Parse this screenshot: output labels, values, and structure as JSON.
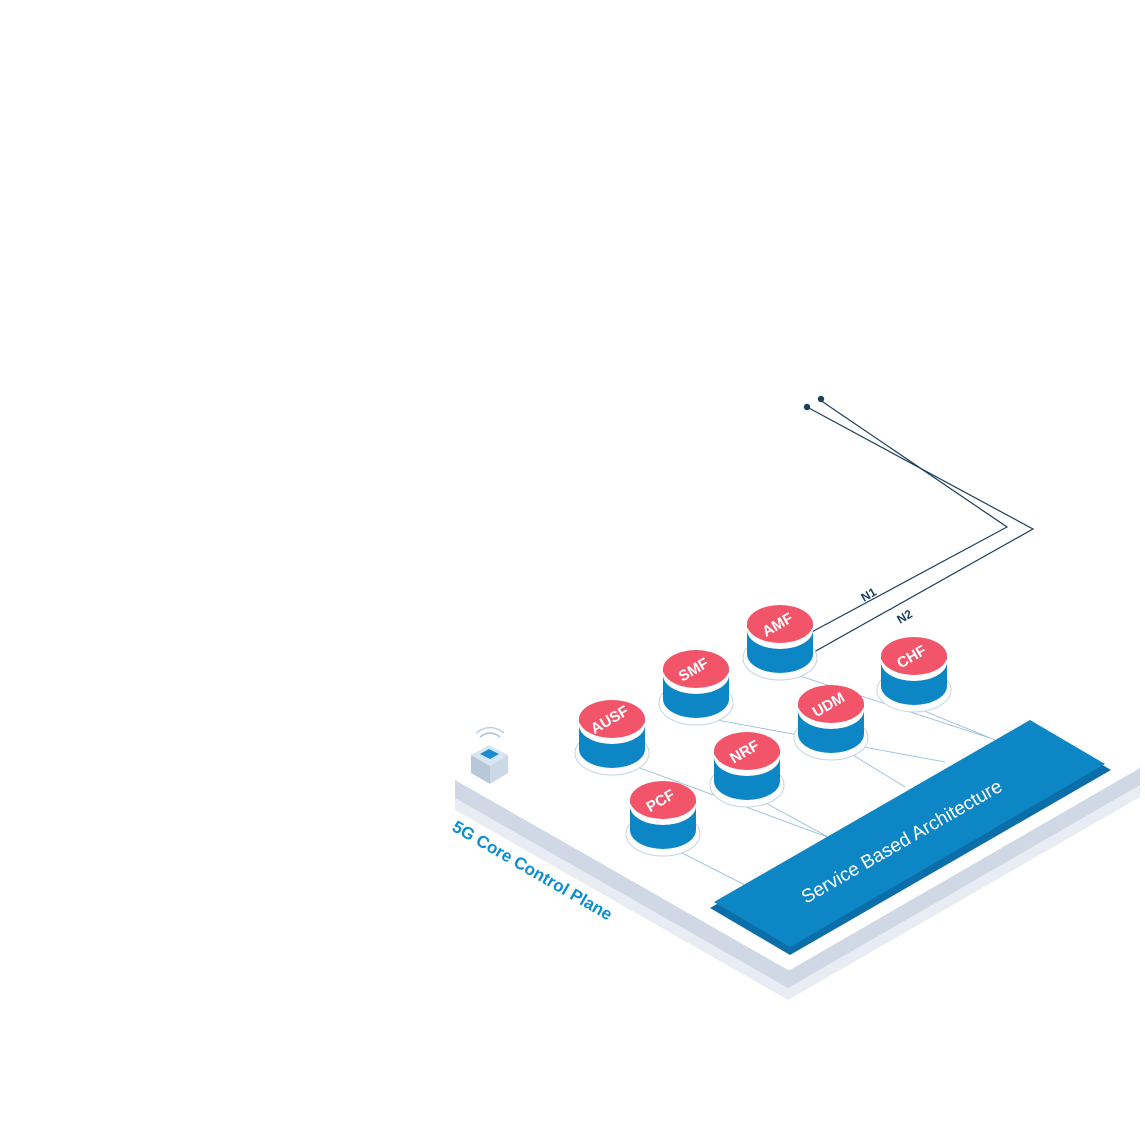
{
  "plane": {
    "label": "5G Core Control Plane"
  },
  "bus": {
    "label": "Service Based Architecture"
  },
  "interfaces": {
    "n1": "N1",
    "n2": "N2"
  },
  "functions": [
    {
      "id": "amf",
      "label": "AMF"
    },
    {
      "id": "smf",
      "label": "SMF"
    },
    {
      "id": "ausf",
      "label": "AUSF"
    },
    {
      "id": "chf",
      "label": "CHF"
    },
    {
      "id": "udm",
      "label": "UDM"
    },
    {
      "id": "nrf",
      "label": "NRF"
    },
    {
      "id": "pcf",
      "label": "PCF"
    }
  ],
  "colors": {
    "nf_top": "#f2556a",
    "nf_body": "#0d86c6",
    "bus": "#0d86c6",
    "wire": "#1c3f5a",
    "plane_label": "#0b8ed0"
  },
  "icons": {
    "device": "wireless-device-icon"
  }
}
